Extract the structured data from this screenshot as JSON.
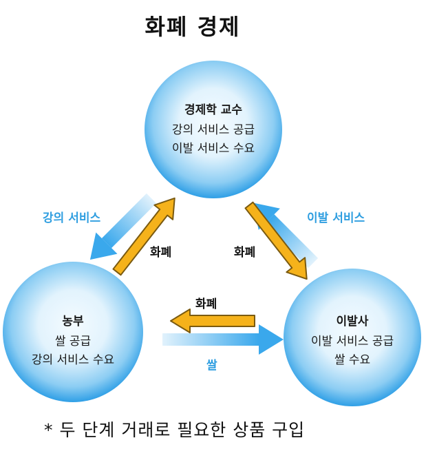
{
  "title": "화폐 경제",
  "nodes": {
    "professor": {
      "name": "경제학 교수",
      "lines": [
        "강의 서비스 공급",
        "이발 서비스 수요"
      ]
    },
    "farmer": {
      "name": "농부",
      "lines": [
        "쌀 공급",
        "강의 서비스 수요"
      ]
    },
    "barber": {
      "name": "이발사",
      "lines": [
        "이발 서비스 공급",
        "쌀 수요"
      ]
    }
  },
  "flows": {
    "lecture_service": "강의 서비스",
    "haircut_service": "이발 서비스",
    "rice": "쌀",
    "money_left": "화폐",
    "money_right": "화폐",
    "money_bottom": "화폐"
  },
  "footnote": "* 두 단계 거래로 필요한 상품 구입",
  "colors": {
    "node_fill_light": "#eaf6fd",
    "node_fill_dark": "#3aa3e8",
    "goods_arrow": "#3aa8ec",
    "money_arrow": "#f5b21b",
    "money_arrow_stroke": "#7a5a10"
  }
}
